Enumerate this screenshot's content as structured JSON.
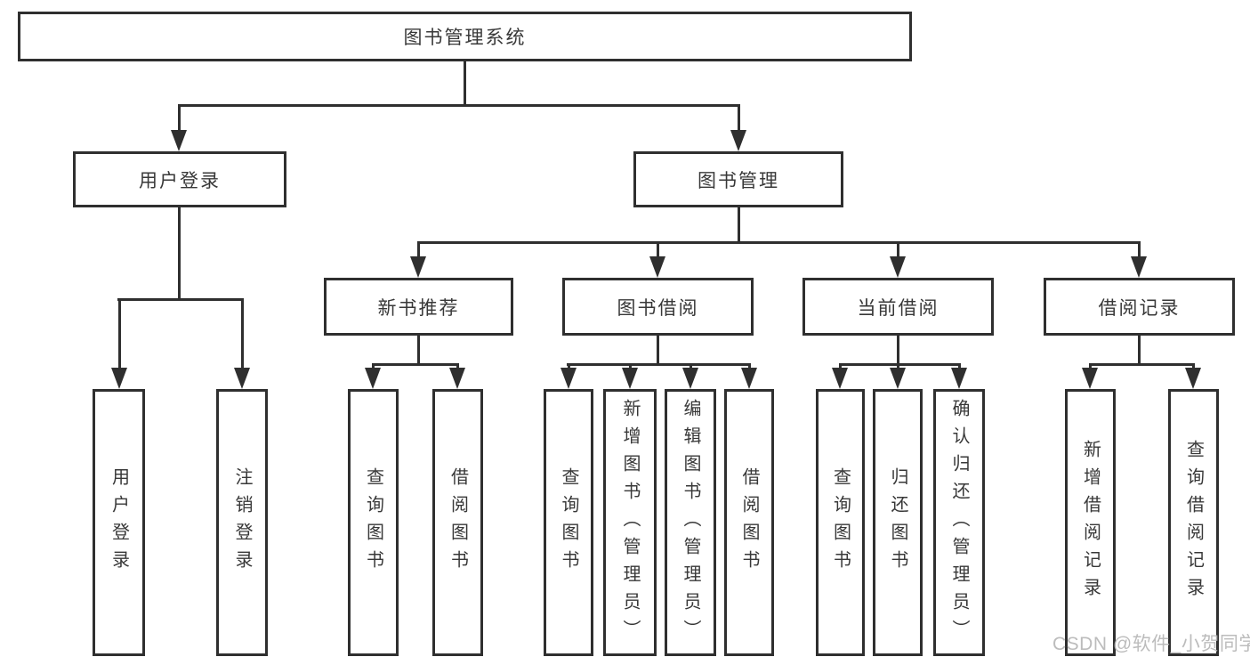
{
  "tree": {
    "root": {
      "label": "图书管理系统"
    },
    "level1": [
      {
        "id": "user-login",
        "label": "用户登录"
      },
      {
        "id": "book-management",
        "label": "图书管理"
      }
    ],
    "level2": [
      {
        "id": "new-book-recommend",
        "label": "新书推荐",
        "parent": "图书管理"
      },
      {
        "id": "book-borrow",
        "label": "图书借阅",
        "parent": "图书管理"
      },
      {
        "id": "current-borrow",
        "label": "当前借阅",
        "parent": "图书管理"
      },
      {
        "id": "borrow-record",
        "label": "借阅记录",
        "parent": "图书管理"
      }
    ],
    "leaves": [
      {
        "label": "用户登录",
        "parent": "用户登录"
      },
      {
        "label": "注销登录",
        "parent": "用户登录"
      },
      {
        "label": "查询图书",
        "parent": "新书推荐"
      },
      {
        "label": "借阅图书",
        "parent": "新书推荐"
      },
      {
        "label": "查询图书",
        "parent": "图书借阅"
      },
      {
        "label": "新增图书（管理员）",
        "parent": "图书借阅"
      },
      {
        "label": "编辑图书（管理员）",
        "parent": "图书借阅"
      },
      {
        "label": "借阅图书",
        "parent": "图书借阅"
      },
      {
        "label": "查询图书",
        "parent": "当前借阅"
      },
      {
        "label": "归还图书",
        "parent": "当前借阅"
      },
      {
        "label": "确认归还（管理员）",
        "parent": "当前借阅"
      },
      {
        "label": "新增借阅记录",
        "parent": "借阅记录"
      },
      {
        "label": "查询借阅记录",
        "parent": "借阅记录"
      }
    ]
  },
  "watermark": {
    "text": "CSDN @软件_小贺同学"
  },
  "colors": {
    "line": "#2f2f2f",
    "text": "#383838",
    "box_fill": "#ffffff",
    "watermark": "#b5b5b5"
  }
}
